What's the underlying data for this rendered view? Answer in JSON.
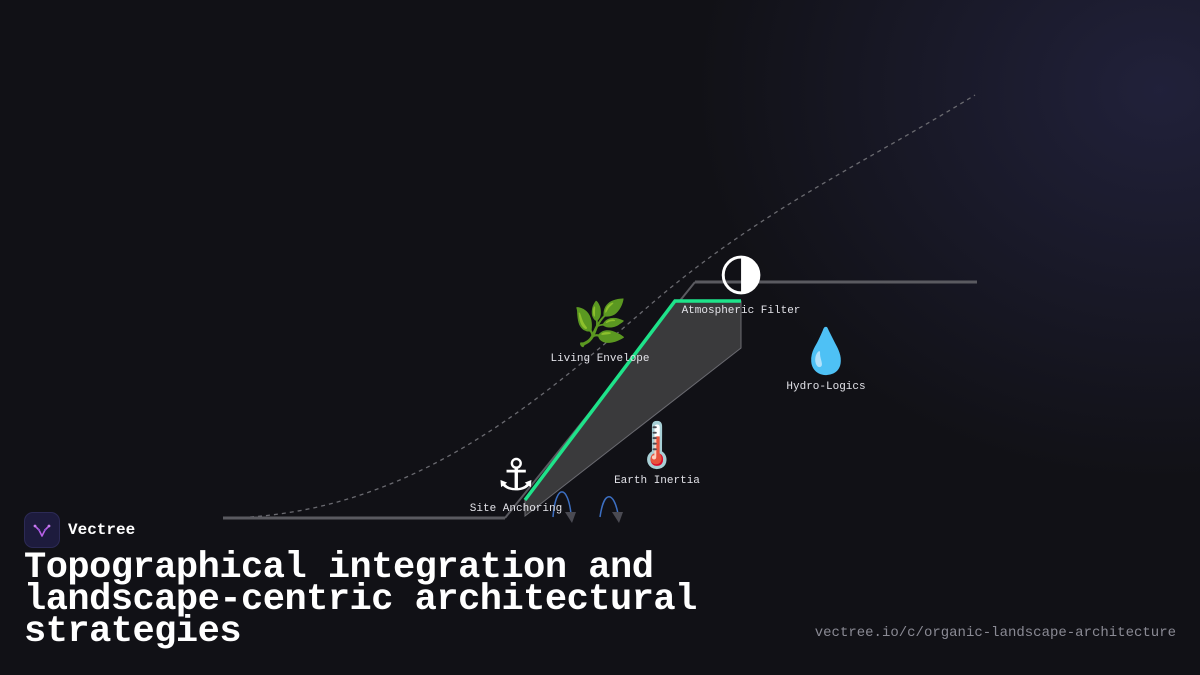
{
  "diagram": {
    "nodes": [
      {
        "id": "atmospheric-filter",
        "icon": "moon-icon",
        "glyph": "🌗",
        "label": "Atmospheric Filter"
      },
      {
        "id": "living-envelope",
        "icon": "leaf-icon",
        "glyph": "🌿",
        "label": "Living Envelope"
      },
      {
        "id": "hydro-logics",
        "icon": "droplet-icon",
        "glyph": "💧",
        "label": "Hydro-Logics"
      },
      {
        "id": "earth-inertia",
        "icon": "thermometer-icon",
        "glyph": "🌡️",
        "label": "Earth Inertia"
      },
      {
        "id": "site-anchoring",
        "icon": "anchor-icon",
        "glyph": "⚓",
        "label": "Site Anchoring"
      }
    ],
    "colors": {
      "roof_outline": "#1ee38a",
      "ground_line": "#5a5a60",
      "wedge_fill": "#3a3a3c",
      "dashed_curve": "#6a6a70",
      "water_arrows": "#3c6fc2"
    }
  },
  "brand": {
    "name": "Vectree"
  },
  "title": "Topographical integration and landscape-centric architectural strategies",
  "url": "vectree.io/c/organic-landscape-architecture"
}
